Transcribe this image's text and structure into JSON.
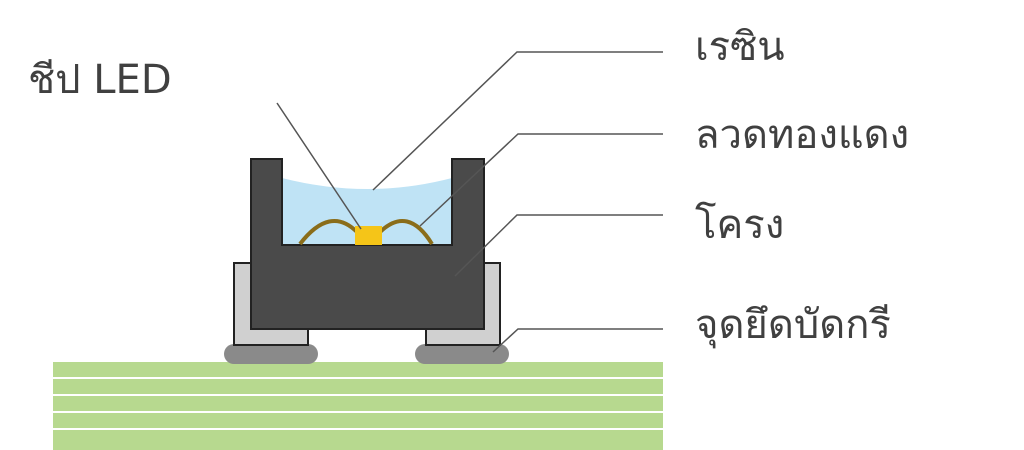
{
  "labels": {
    "chip": "ชีป LED",
    "resin": "เรซิน",
    "wire": "ลวดทองแดง",
    "frame": "โครง",
    "solder": "จุดยึดบัดกรี"
  },
  "colors": {
    "pcb": "#b7d98f",
    "pcb_stripe": "#ffffff",
    "frame": "#4a4a4a",
    "frame_outline": "#222222",
    "resin": "#bfe3f5",
    "chip": "#f5c518",
    "wire": "#8a6d1a",
    "terminal": "#d0d0d0",
    "solder": "#8a8a8a",
    "leader": "#555555",
    "text": "#404040"
  }
}
